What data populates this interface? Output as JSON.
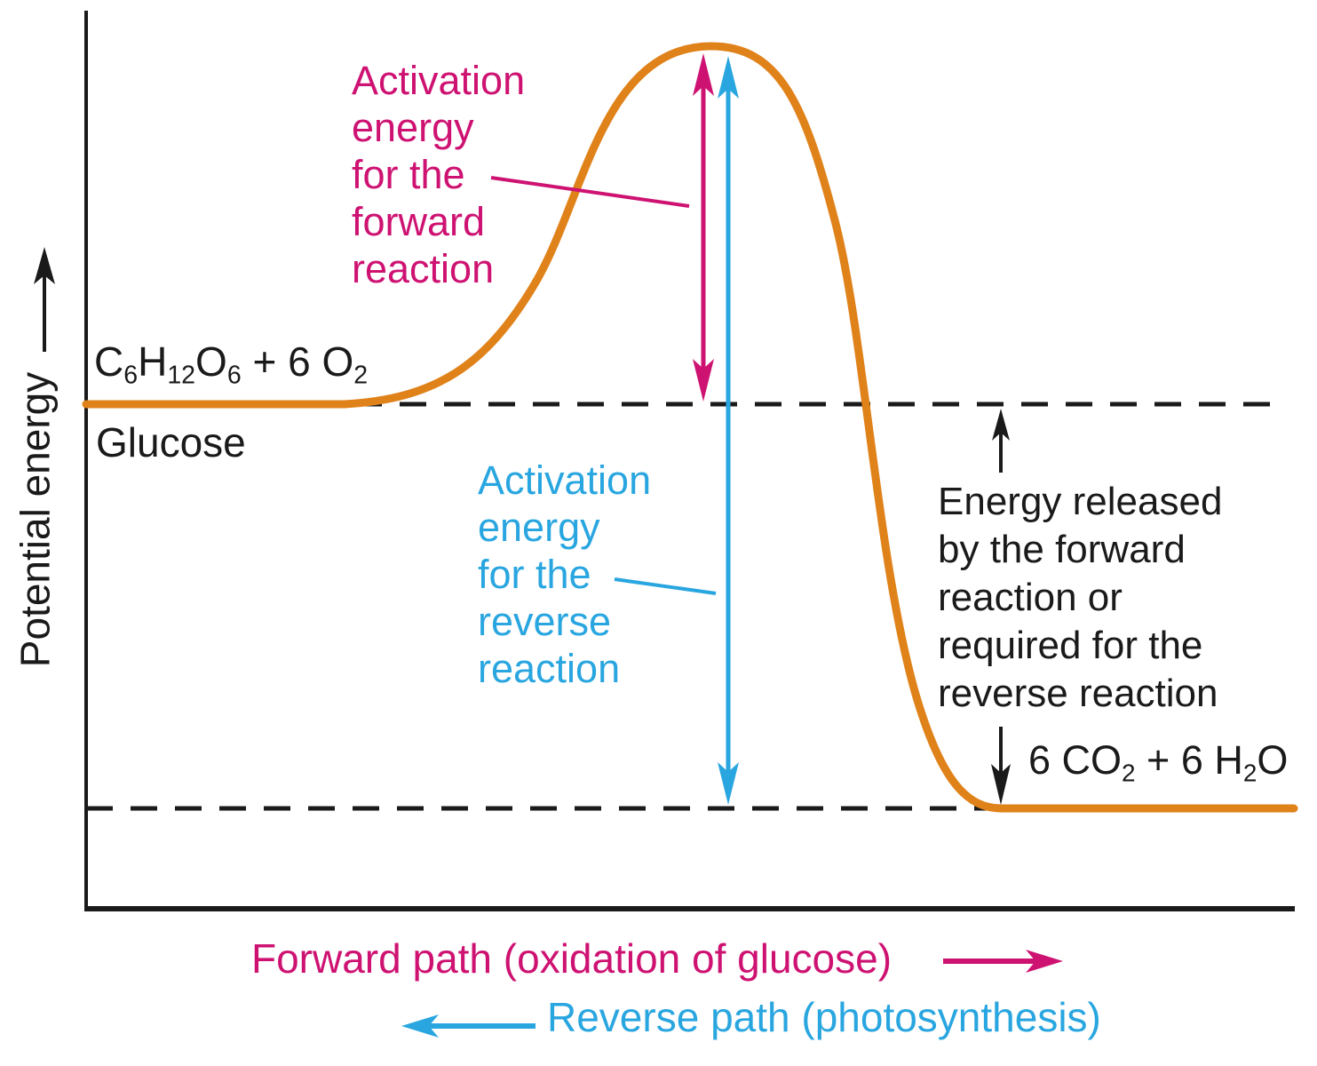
{
  "title": "Activation energy diagram for glucose oxidation and photosynthesis",
  "colors": {
    "curve_orange": "#E0821A",
    "forward_magenta": "#CE1272",
    "reverse_blue": "#29A6E0",
    "ink_black": "#1A1A1A",
    "background": "#FFFFFF"
  },
  "axis": {
    "y_label": "Potential energy"
  },
  "levels": {
    "reactants_formula": [
      "C",
      "6",
      "H",
      "12",
      "O",
      "6",
      " + 6 O",
      "2"
    ],
    "reactants_name": "Glucose",
    "products_formula": [
      "6 CO",
      "2",
      " + 6 H",
      "2",
      "O"
    ]
  },
  "annotations": {
    "activation_forward": "Activation\nenergy\nfor the\nforward\nreaction",
    "activation_reverse": "Activation\nenergy\nfor the\nreverse\nreaction",
    "energy_released": "Energy released\nby the forward\nreaction or\nrequired for the\nreverse reaction"
  },
  "paths": {
    "forward": "Forward path (oxidation of glucose)",
    "reverse": "Reverse path (photosynthesis)"
  },
  "icons": {
    "up_arrow": "potential-energy axis up arrow",
    "double_arrow_forward": "activation energy forward double-headed arrow",
    "double_arrow_reverse": "activation energy reverse double-headed arrow",
    "released_up_arrow": "energy released up arrow",
    "released_down_arrow": "energy released down arrow",
    "forward_path_arrow": "forward path right arrow",
    "reverse_path_arrow": "reverse path left arrow"
  }
}
